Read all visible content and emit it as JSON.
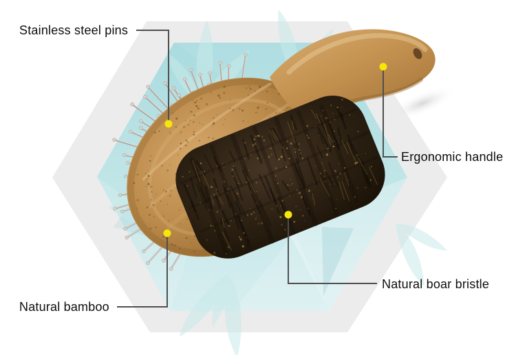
{
  "callouts": [
    {
      "id": "pins",
      "label": "Stainless steel pins"
    },
    {
      "id": "handle",
      "label": "Ergonomic handle"
    },
    {
      "id": "bristle",
      "label": "Natural boar bristle"
    },
    {
      "id": "bamboo",
      "label": "Natural bamboo"
    }
  ],
  "colors": {
    "marker_yellow": "#f7e607",
    "callout_line": "#4f4f4f",
    "label_text": "#0d0d0d",
    "hex_gray": "#ececec",
    "hex_blue_top": "#a9dbdf",
    "hex_blue_bottom": "#d8eef0",
    "bamboo_wood": "#bb8b4c",
    "bristle_dark": "#2b2012",
    "pin_silver": "#b0a89f"
  }
}
